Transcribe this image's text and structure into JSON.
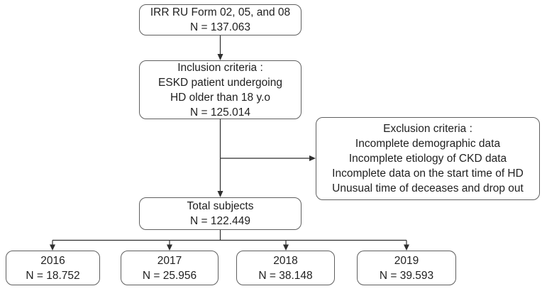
{
  "figure": {
    "background": "#ffffff",
    "box_border_color": "#5f5f5f",
    "arrow_color": "#2f2f2f",
    "text_color": "#1f1f1f"
  },
  "boxes": {
    "source": {
      "lines": [
        "IRR RU Form 02, 05, and 08",
        "N = 137.063"
      ]
    },
    "inclusion": {
      "lines": [
        "Inclusion criteria :",
        "ESKD patient undergoing",
        "HD older than 18 y.o",
        "N = 125.014"
      ]
    },
    "exclusion": {
      "lines": [
        "Exclusion criteria :",
        "Incomplete demographic data",
        "Incomplete etiology of CKD data",
        "Incomplete data on the start time of HD",
        "Unusual time of deceases and drop out"
      ]
    },
    "total": {
      "lines": [
        "Total subjects",
        "N = 122.449"
      ]
    },
    "years": [
      {
        "lines": [
          "2016",
          "N = 18.752"
        ]
      },
      {
        "lines": [
          "2017",
          "N = 25.956"
        ]
      },
      {
        "lines": [
          "2018",
          "N = 38.148"
        ]
      },
      {
        "lines": [
          "2019",
          "N = 39.593"
        ]
      }
    ]
  }
}
